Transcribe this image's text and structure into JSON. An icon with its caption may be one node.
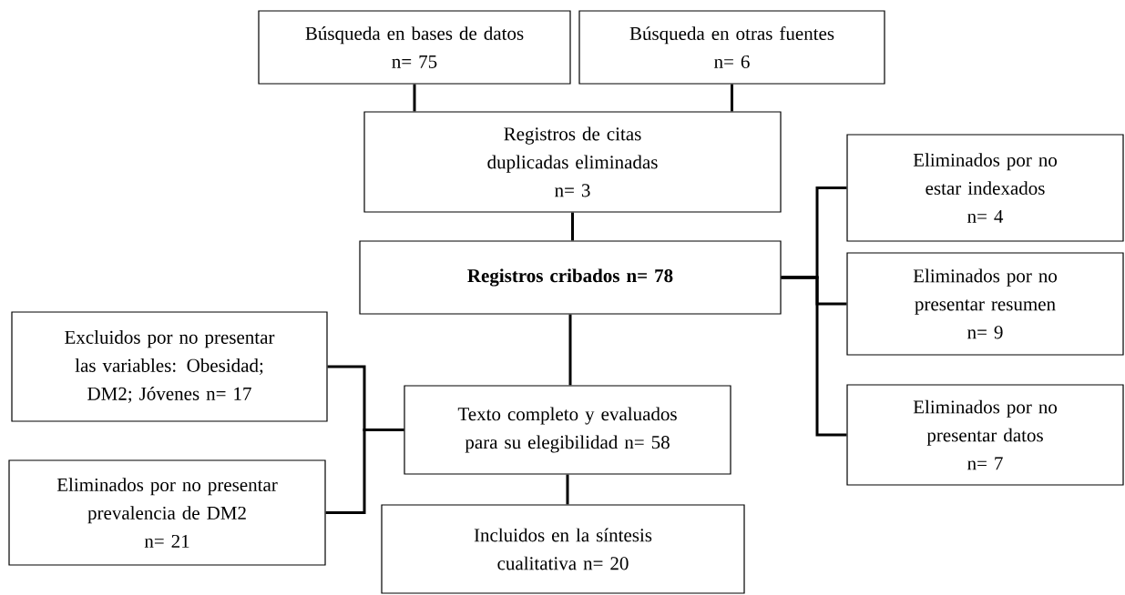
{
  "diagram": {
    "nodes": [
      {
        "text": [
          "Búsqueda en bases de datos",
          "n= 75"
        ]
      },
      {
        "text": [
          "Búsqueda en otras fuentes",
          "n= 6"
        ]
      },
      {
        "text": [
          "Registros de citas duplicadas eliminadas",
          "n= 3"
        ]
      },
      {
        "text": [
          "Registros cribados n= 78"
        ]
      },
      {
        "text": [
          "Eliminados por no estar indexados",
          "n= 4"
        ]
      },
      {
        "text": [
          "Eliminados por no presentar resumen",
          "n= 9"
        ]
      },
      {
        "text": [
          "Eliminados por no presentar datos",
          "n= 7"
        ]
      },
      {
        "text": [
          "Excluidos por no presentar las variables: Obesidad; DM2; Jóvenes n= 17"
        ]
      },
      {
        "text": [
          "Texto completo y evaluados para su elegibilidad n= 58"
        ]
      },
      {
        "text": [
          "Eliminados por no presentar prevalencia de DM2",
          "n= 21"
        ]
      },
      {
        "text": [
          "Incluidos en la síntesis cualitativa n= 20"
        ]
      }
    ],
    "edges": [
      {
        "from": 0,
        "to": 2,
        "arrow": "none"
      },
      {
        "from": 1,
        "to": 2,
        "arrow": "none"
      },
      {
        "from": 2,
        "to": 3,
        "arrow": "none"
      },
      {
        "from": 3,
        "to": 4,
        "arrow": "none"
      },
      {
        "from": 3,
        "to": 5,
        "arrow": "none"
      },
      {
        "from": 3,
        "to": 6,
        "arrow": "none"
      },
      {
        "from": 3,
        "to": 8,
        "arrow": "none"
      },
      {
        "from": 8,
        "to": 7,
        "arrow": "none"
      },
      {
        "from": 8,
        "to": 9,
        "arrow": "none"
      },
      {
        "from": 8,
        "to": 10,
        "arrow": "none"
      }
    ]
  }
}
